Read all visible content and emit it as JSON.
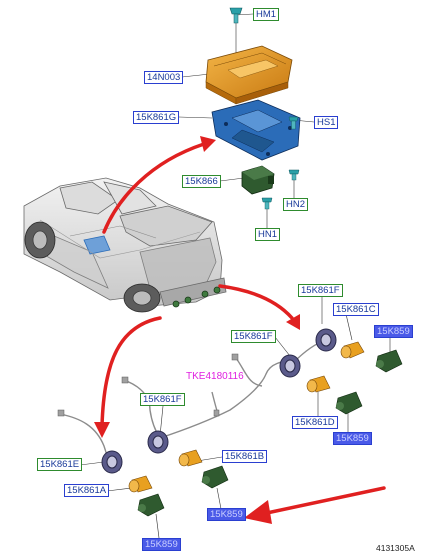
{
  "colors": {
    "arrow": "#e02020",
    "connector_orange": "#e8a020",
    "connector_green": "#2f5a2f",
    "sensor_purple": "#5a5a8a",
    "bracket_blue": "#2b6cb8",
    "cover_orange": "#e89a2a",
    "callout_green_border": "#2e8b2e",
    "callout_blue_border": "#2a3fd0",
    "callout_filled": "#4a5ae8",
    "wiring_label": "#e020e0"
  },
  "callouts": {
    "hm1": "HM1",
    "n14n003": "14N003",
    "k861g": "15K861G",
    "hs1": "HS1",
    "k866": "15K866",
    "hn2": "HN2",
    "hn1": "HN1",
    "k861f_upper": "15K861F",
    "k861c": "15K861C",
    "k859_upper": "15K859",
    "k861f_mid": "15K861F",
    "k861d": "15K861D",
    "k859_mid": "15K859",
    "k861f_left": "15K861F",
    "k861e": "15K861E",
    "k861b": "15K861B",
    "k861a": "15K861A",
    "k859_lower": "15K859",
    "k859_bottom": "15K859"
  },
  "wiring_label": "TKE4180116",
  "document_number": "4131305A"
}
